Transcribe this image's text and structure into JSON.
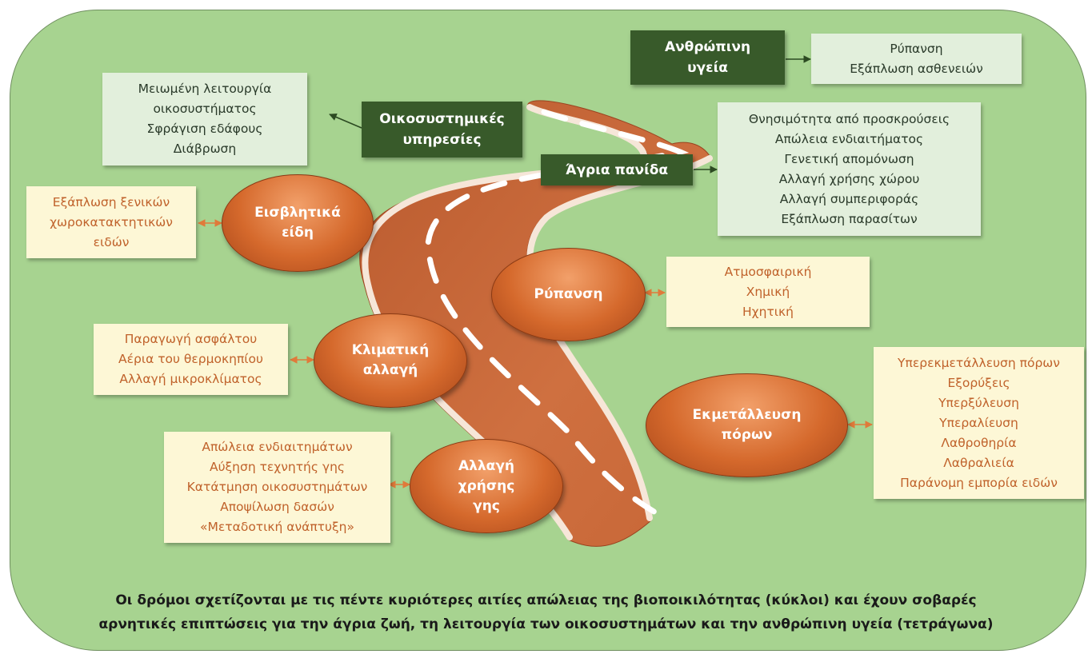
{
  "ecosystem_services": {
    "label": [
      "Οικοσυστημικές",
      "υπηρεσίες"
    ],
    "effects": [
      "Μειωμένη λειτουργία",
      "οικοσυστήματος",
      "Σφράγιση εδάφους",
      "Διάβρωση"
    ]
  },
  "human_health": {
    "label": [
      "Ανθρώπινη",
      "υγεία"
    ],
    "effects": [
      "Ρύπανση",
      "Εξάπλωση ασθενειών"
    ]
  },
  "wildlife": {
    "label": [
      "Άγρια πανίδα"
    ],
    "effects": [
      "Θνησιμότητα από προσκρούσεις",
      "Απώλεια ενδιαιτήματος",
      "Γενετική απομόνωση",
      "Αλλαγή χρήσης χώρου",
      "Αλλαγή συμπεριφοράς",
      "Εξάπλωση παρασίτων"
    ]
  },
  "invasive_species": {
    "label": [
      "Εισβλητικά",
      "είδη"
    ],
    "causes": [
      "Εξάπλωση ξενικών",
      "χωροκατακτητικών",
      "ειδών"
    ]
  },
  "pollution": {
    "label": [
      "Ρύπανση"
    ],
    "causes": [
      "Ατμοσφαιρική",
      "Χημική",
      "Ηχητική"
    ]
  },
  "climate_change": {
    "label": [
      "Κλιματική",
      "αλλαγή"
    ],
    "causes": [
      "Παραγωγή ασφάλτου",
      "Αέρια του θερμοκηπίου",
      "Αλλαγή μικροκλίματος"
    ]
  },
  "resource_exploitation": {
    "label": [
      "Εκμετάλλευση",
      "πόρων"
    ],
    "causes": [
      "Υπερεκμετάλλευση πόρων",
      "Εξορύξεις",
      "Υπερξύλευση",
      "Υπεραλίευση",
      "Λαθροθηρία",
      "Λαθραλιεία",
      "Παράνομη εμπορία ειδών"
    ]
  },
  "land_use_change": {
    "label": [
      "Αλλαγή",
      "χρήσης",
      "γης"
    ],
    "causes": [
      "Απώλεια ενδιαιτημάτων",
      "Αύξηση τεχνητής γης",
      "Κατάτμηση οικοσυστημάτων",
      "Αποψίλωση δασών",
      "«Μεταδοτική ανάπτυξη»"
    ]
  },
  "caption": [
    "Οι δρόμοι σχετίζονται με τις πέντε κυριότερες αιτίες απώλειας της βιοποικιλότητας (κύκλοι) και έχουν σοβαρές",
    "αρνητικές επιπτώσεις για την άγρια ζωή, τη λειτουργία των οικοσυστημάτων και την ανθρώπινη υγεία (τετράγωνα)"
  ],
  "colors": {
    "background_panel": "#a7d390",
    "road": "#c8693a",
    "cause_circle": "#d5692c",
    "impact_label": "#385a2a",
    "cause_box": "#fdf7d6",
    "impact_box": "#e2efdc"
  }
}
